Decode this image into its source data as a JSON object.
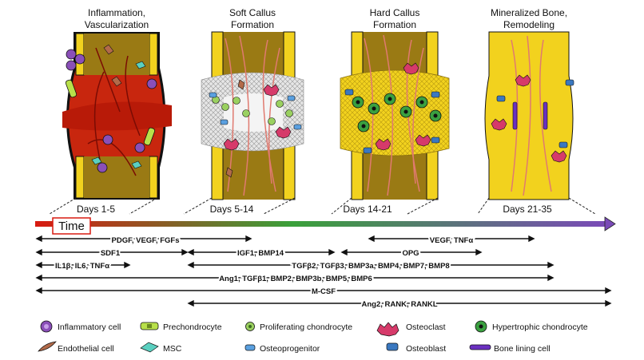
{
  "stages": [
    {
      "title_line1": "Inflammation,",
      "title_line2": "Vascularization",
      "days": "Days 1-5"
    },
    {
      "title_line1": "Soft Callus",
      "title_line2": "Formation",
      "days": "Days 5-14"
    },
    {
      "title_line1": "Hard Callus",
      "title_line2": "Formation",
      "days": "Days 14-21"
    },
    {
      "title_line1": "Mineralized Bone,",
      "title_line2": "Remodeling",
      "days": "Days 21-35"
    }
  ],
  "timeline": {
    "label": "Time"
  },
  "factors": [
    {
      "label": "PDGF, VEGF, FGFs"
    },
    {
      "label": "VEGF, TNFα"
    },
    {
      "label": "SDF1"
    },
    {
      "label": "IGF1, BMP14"
    },
    {
      "label": "OPG"
    },
    {
      "label": "IL1β, IL6, TNFα"
    },
    {
      "label": "TGFβ2, TGFβ3, BMP3a, BMP4, BMP7, BMP8"
    },
    {
      "label": "Ang1, TGFβ1, BMP2, BMP3b, BMP5, BMP6"
    },
    {
      "label": "M-CSF"
    },
    {
      "label": "Ang2, RANK, RANKL"
    }
  ],
  "legend": [
    {
      "label": "Inflammatory cell",
      "icon": "inflammatory-cell-icon"
    },
    {
      "label": "Prechondrocyte",
      "icon": "prechondrocyte-icon"
    },
    {
      "label": "Proliferating chondrocyte",
      "icon": "proliferating-chondrocyte-icon"
    },
    {
      "label": "Osteoclast",
      "icon": "osteoclast-icon"
    },
    {
      "label": "Hypertrophic chondrocyte",
      "icon": "hypertrophic-chondrocyte-icon"
    },
    {
      "label": "Endothelial cell",
      "icon": "endothelial-cell-icon"
    },
    {
      "label": "MSC",
      "icon": "msc-icon"
    },
    {
      "label": "Osteoprogenitor",
      "icon": "osteoprogenitor-icon"
    },
    {
      "label": "Osteoblast",
      "icon": "osteoblast-icon"
    },
    {
      "label": "Bone lining cell",
      "icon": "bone-lining-cell-icon"
    }
  ],
  "colors": {
    "cortex": "#f2d21e",
    "marrow": "#9a7a14",
    "hematoma": "#c8260e",
    "vessel": "#e07a70",
    "inflammatory": "#8a4fb8",
    "prechondrocyte": "#b8e04a",
    "osteoclast": "#d63a6a",
    "chondrocyte": "#3aa040",
    "osteoblast": "#3a78c0",
    "lining": "#6a30c0",
    "timeline_start": "#d81a10",
    "timeline_mid": "#3aa03a",
    "timeline_end": "#7a4ab8"
  }
}
